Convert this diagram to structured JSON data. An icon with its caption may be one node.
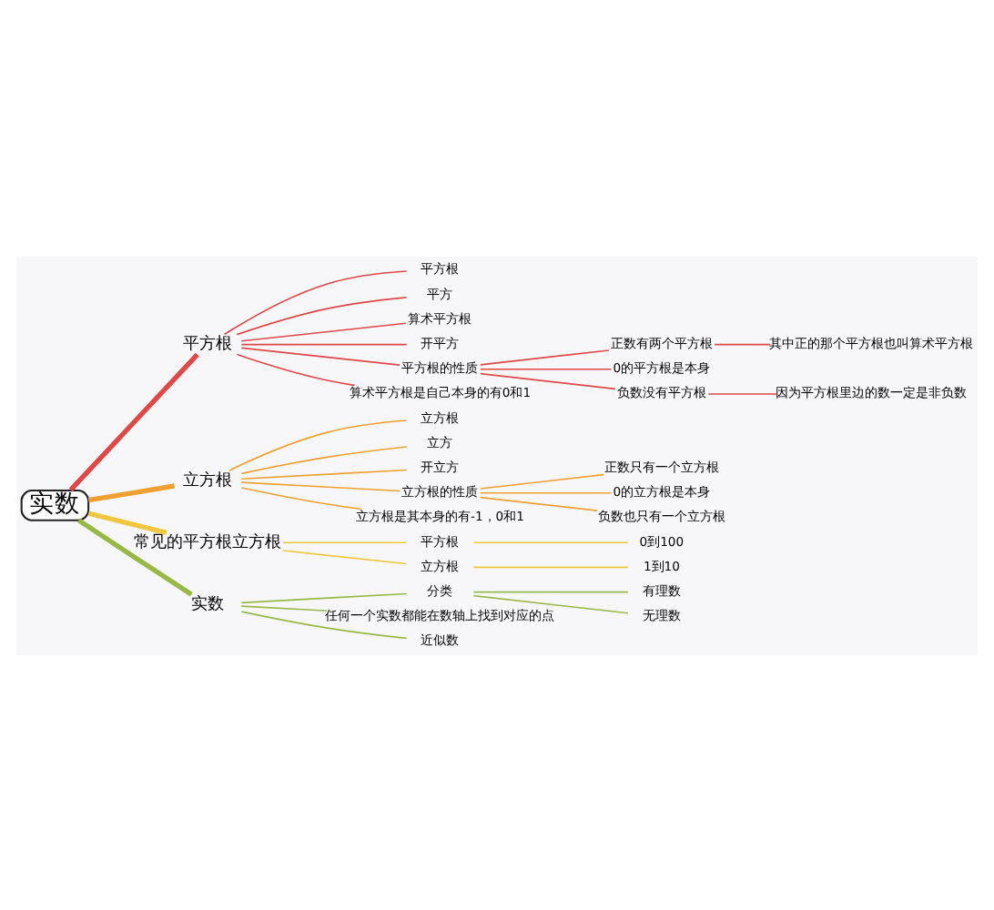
{
  "diagram": {
    "nodes": [
      {
        "text": [
          "实数"
        ]
      },
      {
        "text": [
          "平方根"
        ]
      },
      {
        "text": [
          "平方根"
        ]
      },
      {
        "text": [
          "平方"
        ]
      },
      {
        "text": [
          "算术平方根"
        ]
      },
      {
        "text": [
          "开平方"
        ]
      },
      {
        "text": [
          "平方根的性质"
        ]
      },
      {
        "text": [
          "正数有两个平方根"
        ]
      },
      {
        "text": [
          "其中正的那个平方根也叫算术平方根"
        ]
      },
      {
        "text": [
          "0的平方根是本身"
        ]
      },
      {
        "text": [
          "负数没有平方根"
        ]
      },
      {
        "text": [
          "因为平方根里边的数一定是非负数"
        ]
      },
      {
        "text": [
          "算术平方根是自己本身的有0和1"
        ]
      },
      {
        "text": [
          "立方根"
        ]
      },
      {
        "text": [
          "立方根"
        ]
      },
      {
        "text": [
          "立方"
        ]
      },
      {
        "text": [
          "开立方"
        ]
      },
      {
        "text": [
          "立方根的性质"
        ]
      },
      {
        "text": [
          "正数只有一个立方根"
        ]
      },
      {
        "text": [
          "0的立方根是本身"
        ]
      },
      {
        "text": [
          "负数也只有一个立方根"
        ]
      },
      {
        "text": [
          "立方根是其本身的有-1，0和1"
        ]
      },
      {
        "text": [
          "常见的平方根立方根"
        ]
      },
      {
        "text": [
          "平方根"
        ]
      },
      {
        "text": [
          "0到100"
        ]
      },
      {
        "text": [
          "立方根"
        ]
      },
      {
        "text": [
          "1到10"
        ]
      },
      {
        "text": [
          "实数"
        ]
      },
      {
        "text": [
          "分类"
        ]
      },
      {
        "text": [
          "有理数"
        ]
      },
      {
        "text": [
          "无理数"
        ]
      },
      {
        "text": [
          "任何一个实数都能在数轴上找到对应的点"
        ]
      },
      {
        "text": [
          "近似数"
        ]
      }
    ],
    "edges": [
      {
        "from": 0,
        "to": 1,
        "arrow": "none",
        "style": "thick",
        "color": "#e04848"
      },
      {
        "from": 1,
        "to": 2,
        "arrow": "none",
        "color": "#e04848"
      },
      {
        "from": 1,
        "to": 3,
        "arrow": "none",
        "color": "#e04848"
      },
      {
        "from": 1,
        "to": 4,
        "arrow": "none",
        "color": "#e04848"
      },
      {
        "from": 1,
        "to": 5,
        "arrow": "none",
        "color": "#e04848"
      },
      {
        "from": 1,
        "to": 6,
        "arrow": "none",
        "color": "#e04848"
      },
      {
        "from": 6,
        "to": 7,
        "arrow": "none",
        "color": "#e04848"
      },
      {
        "from": 7,
        "to": 8,
        "arrow": "none",
        "color": "#e04848"
      },
      {
        "from": 6,
        "to": 9,
        "arrow": "none",
        "color": "#e04848"
      },
      {
        "from": 6,
        "to": 10,
        "arrow": "none",
        "color": "#e04848"
      },
      {
        "from": 10,
        "to": 11,
        "arrow": "none",
        "color": "#e04848"
      },
      {
        "from": 1,
        "to": 12,
        "arrow": "none",
        "color": "#e04848"
      },
      {
        "from": 0,
        "to": 13,
        "arrow": "none",
        "style": "thick",
        "color": "#f0a030"
      },
      {
        "from": 13,
        "to": 14,
        "arrow": "none",
        "color": "#f0a030"
      },
      {
        "from": 13,
        "to": 15,
        "arrow": "none",
        "color": "#f0a030"
      },
      {
        "from": 13,
        "to": 16,
        "arrow": "none",
        "color": "#f0a030"
      },
      {
        "from": 13,
        "to": 17,
        "arrow": "none",
        "color": "#f0a030"
      },
      {
        "from": 17,
        "to": 18,
        "arrow": "none",
        "color": "#f0a030"
      },
      {
        "from": 17,
        "to": 19,
        "arrow": "none",
        "color": "#f0a030"
      },
      {
        "from": 17,
        "to": 20,
        "arrow": "none",
        "color": "#f0a030"
      },
      {
        "from": 13,
        "to": 21,
        "arrow": "none",
        "color": "#f0a030"
      },
      {
        "from": 0,
        "to": 22,
        "arrow": "none",
        "style": "thick",
        "color": "#f0c840"
      },
      {
        "from": 22,
        "to": 23,
        "arrow": "none",
        "color": "#f0c840"
      },
      {
        "from": 23,
        "to": 24,
        "arrow": "none",
        "color": "#f0c840"
      },
      {
        "from": 22,
        "to": 25,
        "arrow": "none",
        "color": "#f0c840"
      },
      {
        "from": 25,
        "to": 26,
        "arrow": "none",
        "color": "#f0c840"
      },
      {
        "from": 0,
        "to": 27,
        "arrow": "none",
        "style": "thick",
        "color": "#98b848"
      },
      {
        "from": 27,
        "to": 28,
        "arrow": "none",
        "color": "#98b848"
      },
      {
        "from": 28,
        "to": 29,
        "arrow": "none",
        "color": "#98b848"
      },
      {
        "from": 28,
        "to": 30,
        "arrow": "none",
        "color": "#98b848"
      },
      {
        "from": 27,
        "to": 31,
        "arrow": "none",
        "color": "#98b848"
      },
      {
        "from": 27,
        "to": 32,
        "arrow": "none",
        "color": "#98b848"
      }
    ]
  }
}
